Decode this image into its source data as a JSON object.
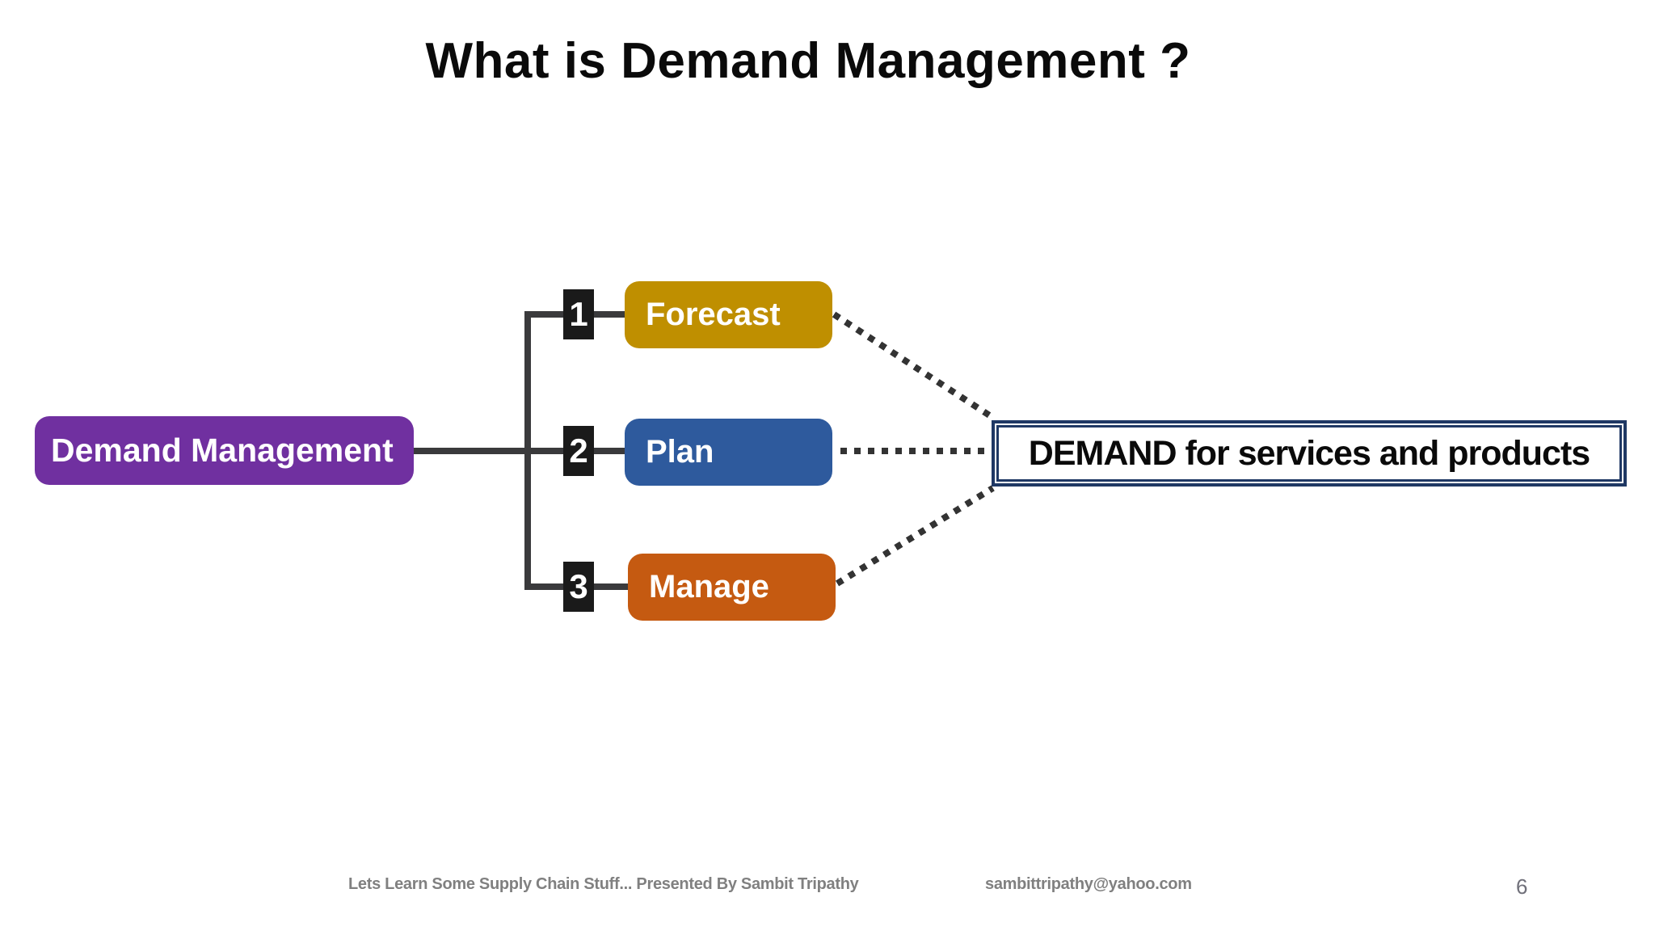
{
  "slide": {
    "title": "What is Demand Management ?",
    "page_number": "6"
  },
  "root_box": {
    "label": "Demand Management",
    "color": "#7030A0"
  },
  "steps": [
    {
      "number": "1",
      "label": "Forecast",
      "color": "#BF8F00"
    },
    {
      "number": "2",
      "label": "Plan",
      "color": "#2E5A9D"
    },
    {
      "number": "3",
      "label": "Manage",
      "color": "#C55A11"
    }
  ],
  "result_box": {
    "label": "DEMAND for services and products",
    "border_color": "#1F3864"
  },
  "connectors": {
    "solid_color": "#3A3A3C",
    "dotted_color": "#333333",
    "badge_bg": "#1A1A1A"
  },
  "footer": {
    "credit": "Lets Learn Some Supply Chain Stuff... Presented By Sambit Tripathy",
    "email": "sambittripathy@yahoo.com",
    "text_color": "#808080"
  }
}
